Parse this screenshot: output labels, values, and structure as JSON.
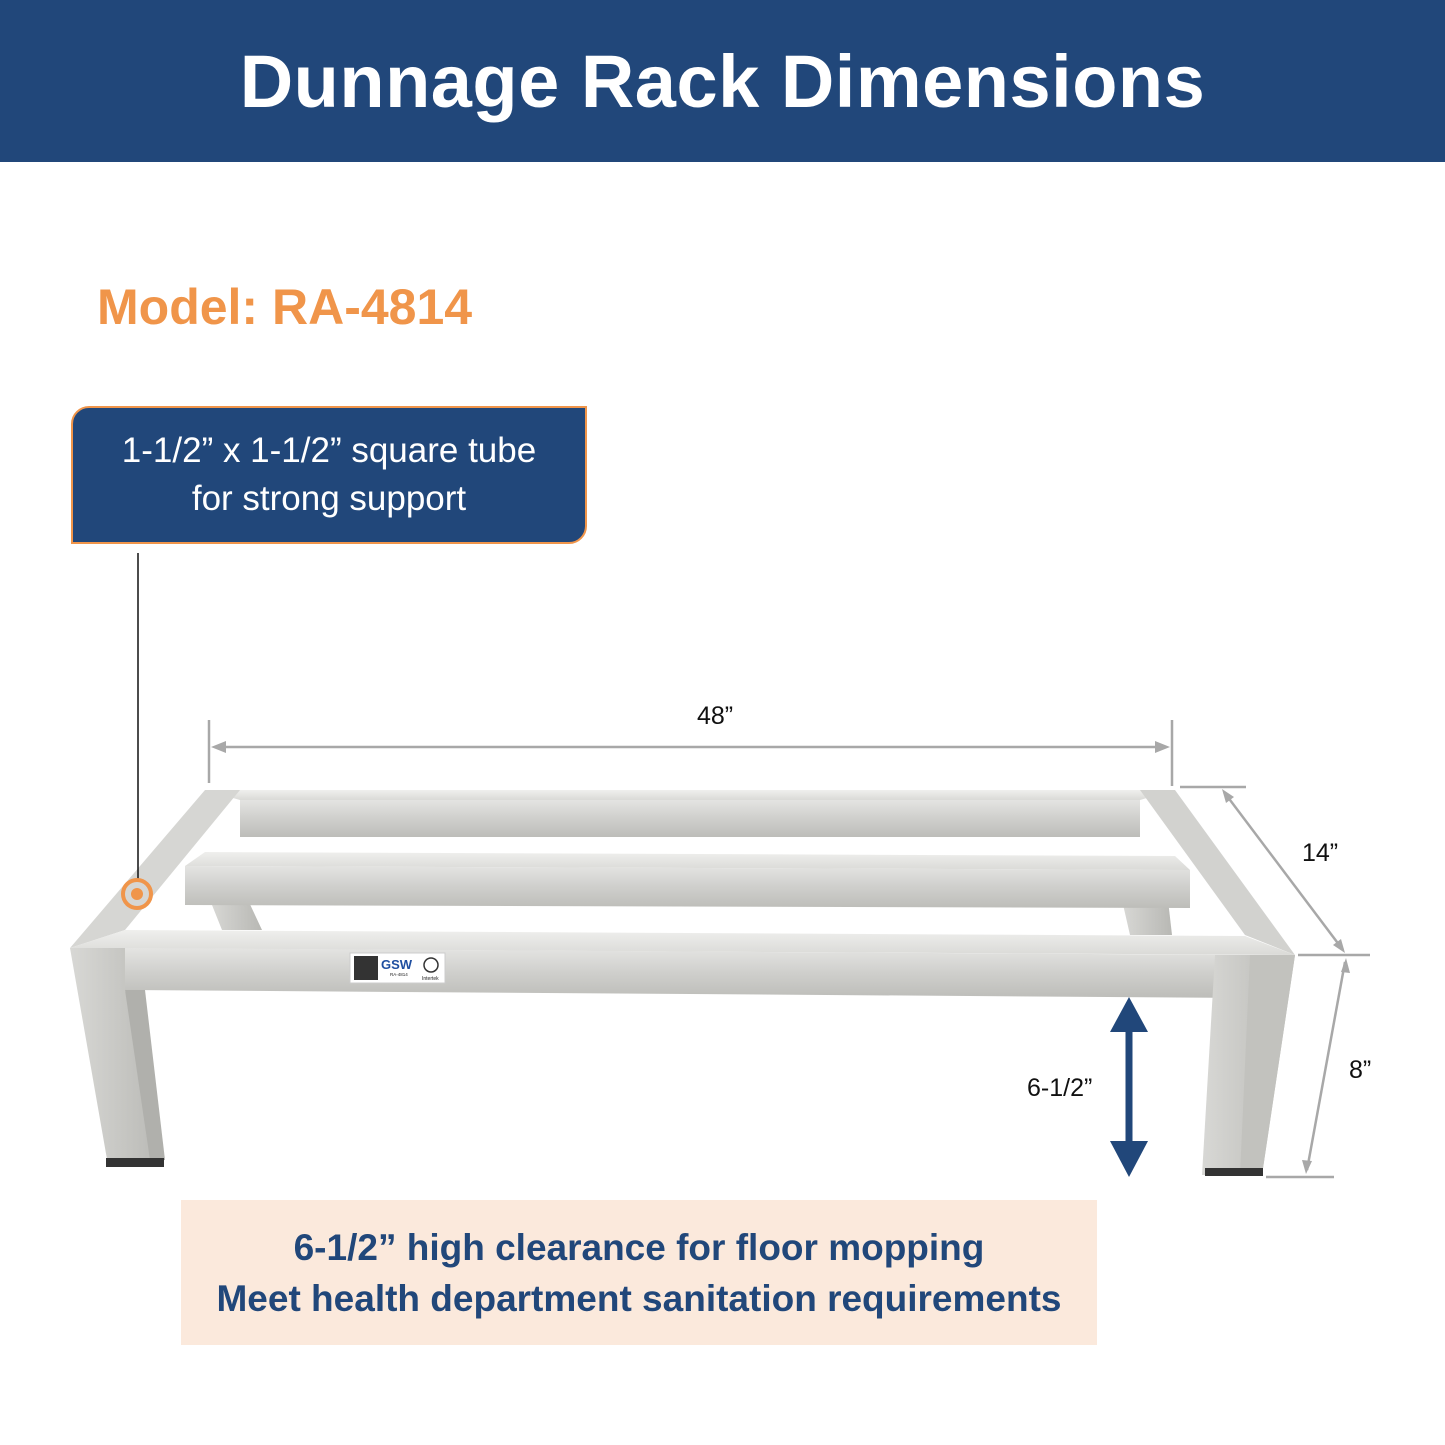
{
  "header": {
    "title": "Dunnage Rack Dimensions"
  },
  "model": {
    "label": "Model: RA-4814"
  },
  "callout": {
    "line1": "1-1/2” x 1-1/2” square tube",
    "line2": "for strong support"
  },
  "dimensions": {
    "length": "48”",
    "depth": "14”",
    "height": "8”",
    "clearance": "6-1/2”"
  },
  "product_label": {
    "logo": "GSW",
    "model_code": "RA-4814",
    "cert": "Intertek"
  },
  "footer_note": {
    "line1": "6-1/2” high clearance for floor mopping",
    "line2": "Meet health department sanitation requirements"
  },
  "colors": {
    "brand_blue": "#21477a",
    "accent_orange": "#f0954a",
    "note_bg": "#fbe9dc",
    "dimension_gray": "#a8a8a8"
  }
}
